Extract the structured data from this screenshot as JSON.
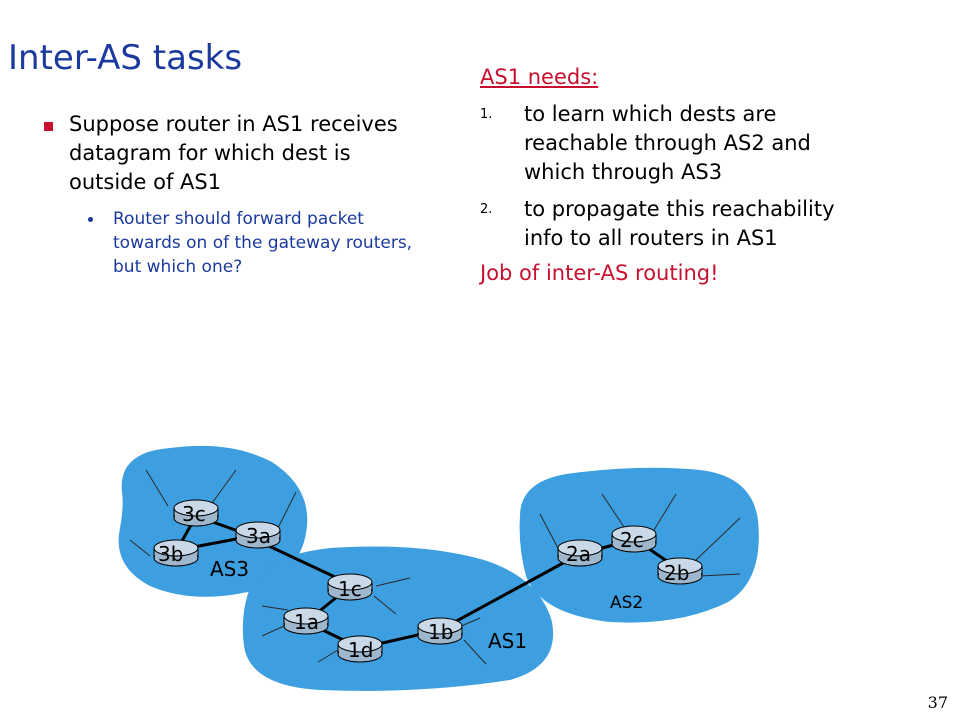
{
  "title": "Inter-AS tasks",
  "bullet": "Suppose router in AS1 receives datagram for which dest is outside of AS1",
  "sub_bullet": "Router should forward packet towards on of the gateway routers, but which one?",
  "right": {
    "heading": "AS1 needs:",
    "items": [
      {
        "num": "1.",
        "text": "to learn which dests are reachable through AS2 and which through AS3"
      },
      {
        "num": "2.",
        "text": "to propagate this reachability info to all routers in AS1"
      }
    ],
    "conclusion": "Job of inter-AS routing!"
  },
  "diagram": {
    "as_labels": {
      "as3": "AS3",
      "as1": "AS1",
      "as2": "AS2"
    },
    "routers": {
      "3c": "3c",
      "3a": "3a",
      "3b": "3b",
      "1c": "1c",
      "1a": "1a",
      "1d": "1d",
      "1b": "1b",
      "2a": "2a",
      "2c": "2c",
      "2b": "2b"
    },
    "colors": {
      "cloud": "#3d9fe0",
      "router_top": "#c9d9e8",
      "router_side": "#9fb7cc"
    }
  },
  "slide_number": "37"
}
